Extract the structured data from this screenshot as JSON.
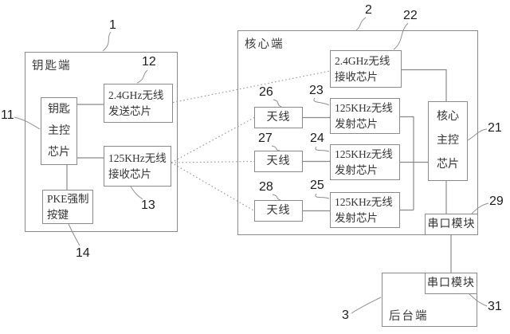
{
  "groups": {
    "key_end": {
      "title": "钥匙端",
      "ref": "1"
    },
    "core_end": {
      "title": "核心端",
      "ref": "2"
    },
    "backend": {
      "title": "后台端",
      "ref": "3"
    }
  },
  "blocks": {
    "key_mcu": {
      "label": "钥匙\n主控\n芯片",
      "ref": "11"
    },
    "key_tx_24g": {
      "label": "2.4GHz无线\n发送芯片",
      "ref": "12"
    },
    "key_rx_125k": {
      "label": "125KHz无线\n接收芯片",
      "ref": "13"
    },
    "pke_force_button": {
      "label": "PKE强制\n按键",
      "ref": "14"
    },
    "core_rx_24g": {
      "label": "2.4GHz无线\n接收芯片",
      "ref": "22"
    },
    "antenna_1": {
      "label": "天线",
      "ref": "26"
    },
    "core_tx_125k_1": {
      "label": "125KHz无线\n发射芯片",
      "ref": "23"
    },
    "antenna_2": {
      "label": "天线",
      "ref": "27"
    },
    "core_tx_125k_2": {
      "label": "125KHz无线\n发射芯片",
      "ref": "24"
    },
    "antenna_3": {
      "label": "天线",
      "ref": "28"
    },
    "core_tx_125k_3": {
      "label": "125KHz无线\n发射芯片",
      "ref": "25"
    },
    "core_mcu": {
      "label": "核心\n主控\n芯片",
      "ref": "21"
    },
    "core_serial": {
      "label": "串口模块",
      "ref": "29"
    },
    "backend_serial": {
      "label": "串口模块",
      "ref": "31"
    }
  },
  "colors": {
    "background": "#ffffff",
    "box_border": "#8a8a8a",
    "wire": "#8a8a8a",
    "wireless_dotted": "#979797",
    "text": "#333333",
    "ref_number": "#1c1c1c"
  }
}
